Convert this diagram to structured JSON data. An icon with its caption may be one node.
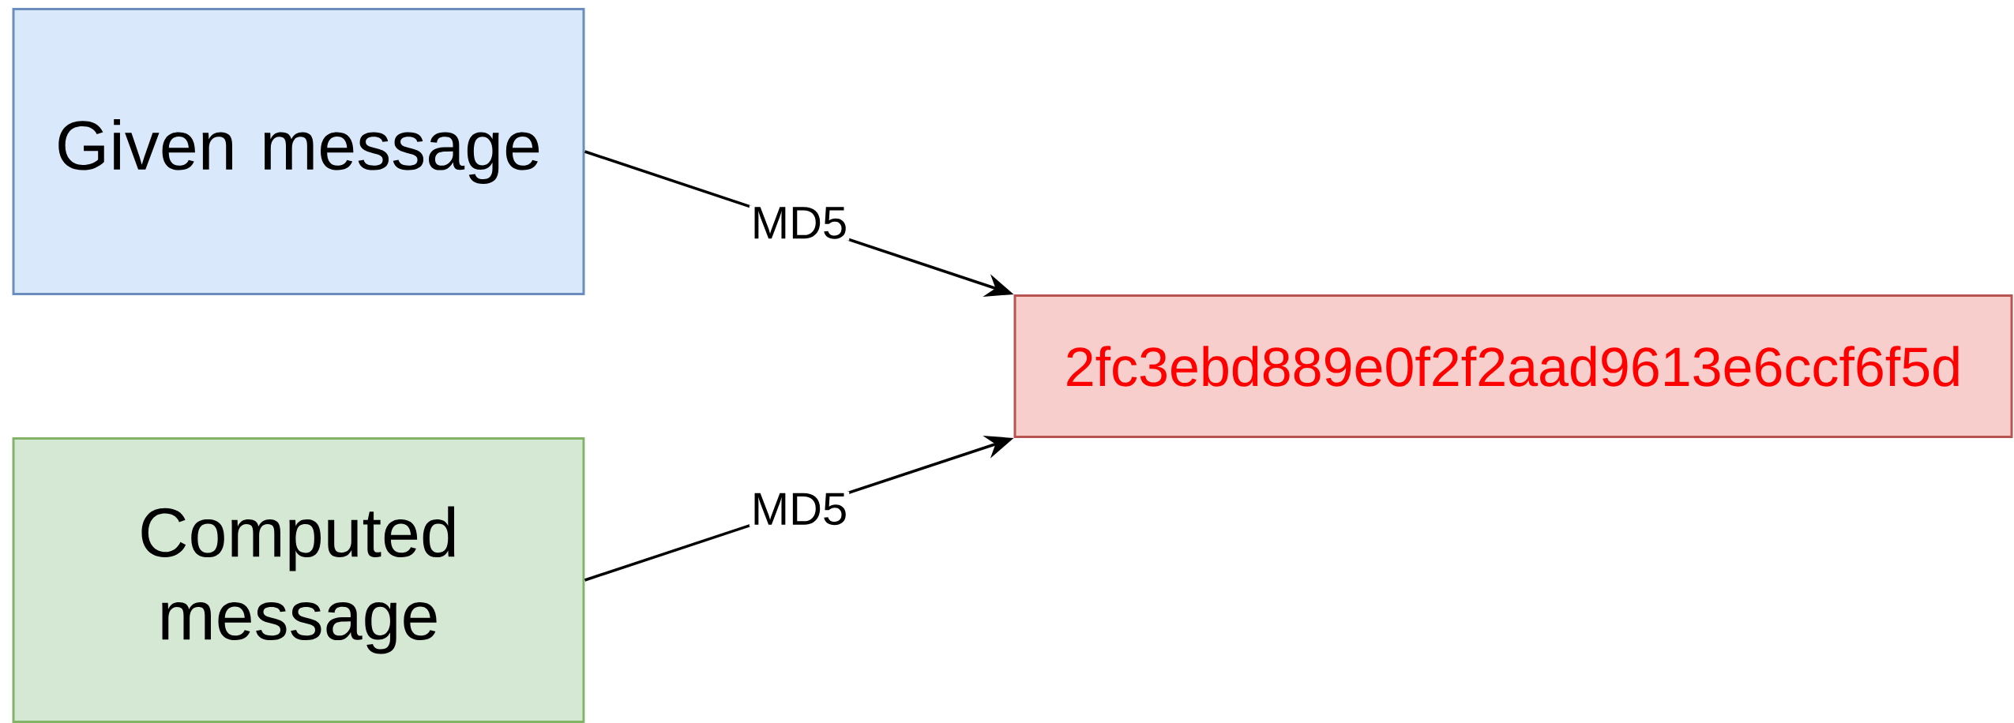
{
  "diagram": {
    "nodes": [
      {
        "text": [
          "Given message"
        ]
      },
      {
        "text": [
          "Computed message"
        ]
      },
      {
        "text": [
          "2fc3ebd889e0f2f2aad9613e6ccf6f5d"
        ]
      }
    ],
    "edges": [
      {
        "from": 0,
        "to": 2,
        "arrow": "to",
        "label": "MD5"
      },
      {
        "from": 1,
        "to": 2,
        "arrow": "to",
        "label": "MD5"
      }
    ]
  }
}
